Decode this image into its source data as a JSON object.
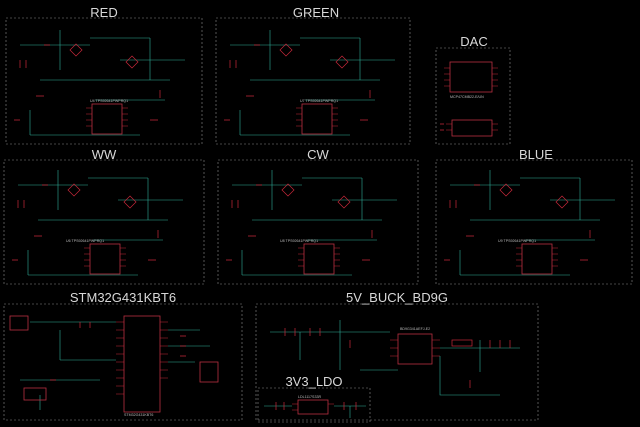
{
  "sheets": [
    {
      "id": "red",
      "title": "RED",
      "ic_label": "U4 TPS92641PWPRQ1"
    },
    {
      "id": "green",
      "title": "GREEN",
      "ic_label": "U7 TPS92641PWPRQ1"
    },
    {
      "id": "dac",
      "title": "DAC",
      "ic_label": "MCP47CMB22-E/UN"
    },
    {
      "id": "ww",
      "title": "WW",
      "ic_label": "U6 TPS92641PWPRQ1"
    },
    {
      "id": "cw",
      "title": "CW",
      "ic_label": "U8 TPS92641PWPRQ1"
    },
    {
      "id": "blue",
      "title": "BLUE",
      "ic_label": "U9 TPS92641PWPRQ1"
    },
    {
      "id": "mcu",
      "title": "STM32G431KBT6",
      "ic_label": "STM32G431KBT6"
    },
    {
      "id": "buck",
      "title": "5V_BUCK_BD9G",
      "ic_label": "BD9G341AEFJ-E2"
    },
    {
      "id": "ldo",
      "title": "3V3_LDO",
      "ic_label": "LDL1117S33R"
    }
  ],
  "colors": {
    "background": "#000000",
    "frame": "#8a8a8a",
    "wire": "#2fae9a",
    "part": "#c8283a",
    "text": "#d8d8d8"
  }
}
